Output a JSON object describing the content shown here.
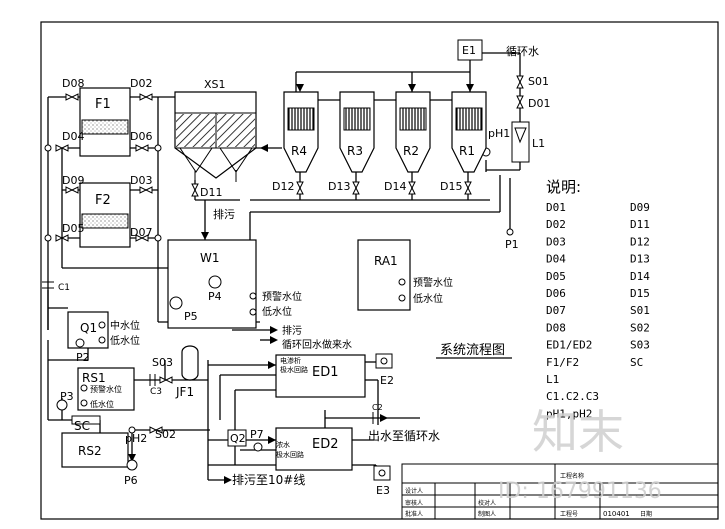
{
  "labels": {
    "E1": "E1",
    "circ_water": "循环水",
    "S01": "S01",
    "D01": "D01",
    "pH1": "pH1",
    "L1": "L1",
    "D08": "D08",
    "D02": "D02",
    "F1": "F1",
    "XS1": "XS1",
    "D04": "D04",
    "D06": "D06",
    "D09": "D09",
    "D03": "D03",
    "F2": "F2",
    "D05": "D05",
    "D07": "D07",
    "R4": "R4",
    "R3": "R3",
    "R2": "R2",
    "R1": "R1",
    "D11": "D11",
    "D12": "D12",
    "D13": "D13",
    "D14": "D14",
    "D15": "D15",
    "drain": "排污",
    "P1": "P1",
    "C1": "C1",
    "W1": "W1",
    "P4": "P4",
    "P5": "P5",
    "W1_warn": "预警水位",
    "W1_low": "低水位",
    "RA1": "RA1",
    "RA1_warn": "预警水位",
    "RA1_low": "低水位",
    "Q1": "Q1",
    "Q1_mid": "中水位",
    "Q1_low": "低水位",
    "P2": "P2",
    "drain2": "排污",
    "return_water": "循环回水做来水",
    "title_box": "系统流程图",
    "S03": "S03",
    "RS1": "RS1",
    "RS1_warn": "预警水位",
    "RS1_low": "低水位",
    "C3": "C3",
    "JF1": "JF1",
    "ED1": "ED1",
    "E2": "E2",
    "ED1_a": "电渗析",
    "ED1_b": "极水回路",
    "P3": "P3",
    "SC": "SC",
    "pH2": "pH2",
    "S02": "S02",
    "C2": "C2",
    "out_water": "出水至循环水",
    "RS2": "RS2",
    "Q2": "Q2",
    "P7": "P7",
    "ED2": "ED2",
    "ED2_a": "浓水",
    "ED2_b": "极水回路",
    "P6": "P6",
    "drain10": "排污至10#线",
    "E3": "E3"
  },
  "legend": {
    "title": "说明:",
    "left": [
      "D01",
      "D02",
      "D03",
      "D04",
      "D05",
      "D06",
      "D07",
      "D08",
      "ED1/ED2",
      "F1/F2",
      "L1",
      "C1.C2.C3",
      "pH1,pH2"
    ],
    "right": [
      "D09",
      "D11",
      "D12",
      "D13",
      "D14",
      "D15",
      "S01",
      "S02",
      "S03",
      "SC"
    ]
  },
  "title_block": {
    "r1": "设计人",
    "r2": "审核人",
    "r3": "批准人",
    "c1": "校对人",
    "c2": "制图人",
    "company": "工程名称",
    "drawing_no_label": "工程号",
    "drawing_no": "010401",
    "date_label": "日期"
  },
  "watermark": {
    "logo": "知末",
    "id_text": "ID: 167991136"
  }
}
